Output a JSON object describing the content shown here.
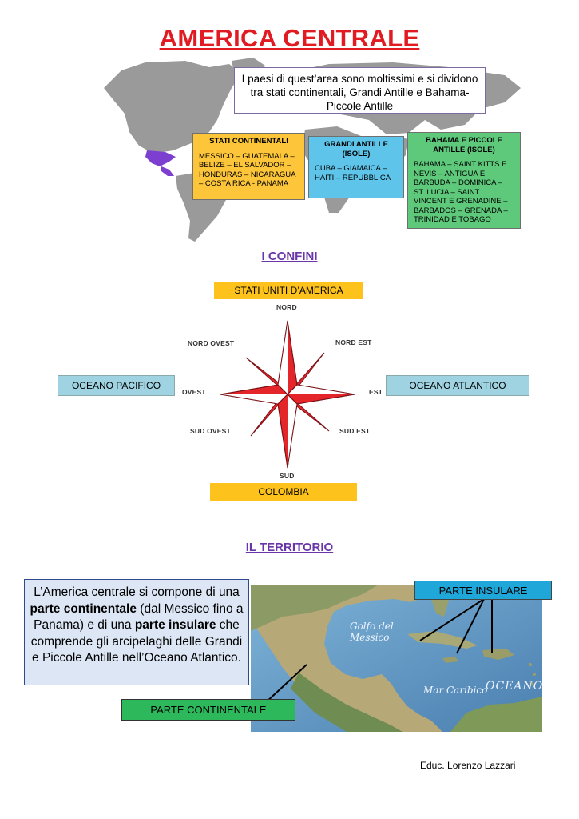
{
  "title": "AMERICA CENTRALE",
  "intro": {
    "text": "I paesi di quest’area sono moltissimi e si dividono tra stati continentali, Grandi Antille e Bahama-Piccole Antille"
  },
  "categories": {
    "continentali": {
      "head": "STATI CONTINENTALI",
      "body": "MESSICO – GUATEMALA – BELIZE – EL SALVADOR – HONDURAS – NICARAGUA – COSTA RICA - PANAMA"
    },
    "grandi_antille": {
      "head": "GRANDI ANTILLE (ISOLE)",
      "body": "CUBA – GIAMAICA – HAITI – REPUBBLICA"
    },
    "bahama": {
      "head": "BAHAMA E PICCOLE ANTILLE (ISOLE)",
      "body": "BAHAMA – SAINT KITTS E NEVIS – ANTIGUA E BARBUDA – DOMINICA – ST. LUCIA – SAINT VINCENT E GRENADINE – BARBADOS – GRENADA – TRINIDAD E TOBAGO"
    }
  },
  "confini": {
    "heading": "I CONFINI",
    "nord": "STATI UNITI D’AMERICA",
    "sud": "COLOMBIA",
    "ovest": "OCEANO PACIFICO",
    "est": "OCEANO ATLANTICO",
    "compass": {
      "n": "NORD",
      "ne": "NORD EST",
      "e": "EST",
      "se": "SUD EST",
      "s": "SUD",
      "so": "SUD OVEST",
      "o": "OVEST",
      "no": "NORD OVEST"
    }
  },
  "territorio": {
    "heading": "IL TERRITORIO",
    "text_1": "L’America centrale si compone di una ",
    "bold_1": "parte continentale",
    "text_2": " (dal Messico fino a Panama) e di una ",
    "bold_2": "parte insulare",
    "text_3": " che comprende gli arcipelaghi delle Grandi e Piccole Antille nell’Oceano Atlantico.",
    "label_insulare": "PARTE INSULARE",
    "label_continentale": "PARTE CONTINENTALE",
    "map": {
      "golfo": "Golfo del Messico",
      "mar": "Mar Caribico",
      "oceano": "OCEANO A"
    }
  },
  "colors": {
    "title": "#e11b22",
    "section": "#6a35a8",
    "compass_red": "#e4262b",
    "highlight": "#7c3fd0"
  },
  "footer": "Educ. Lorenzo Lazzari"
}
